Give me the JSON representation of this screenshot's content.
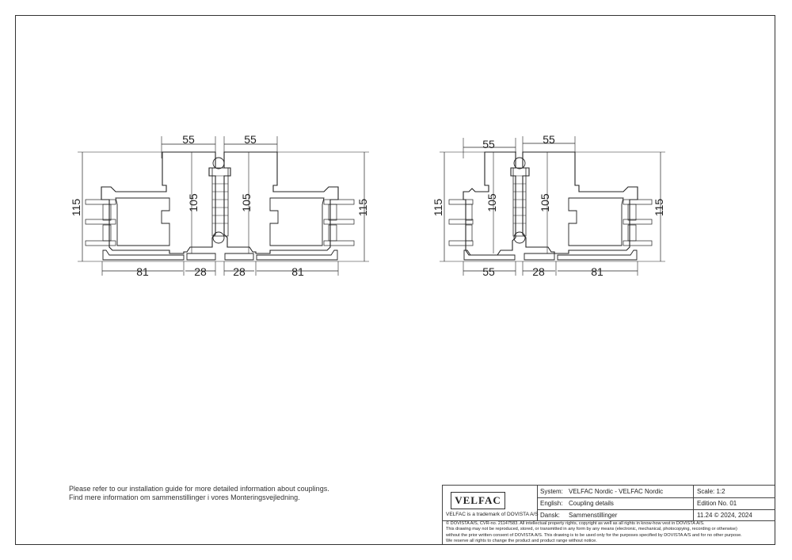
{
  "notes": {
    "line1": "Please refer to our installation guide for more detailed information about couplings.",
    "line2": "Find mere information om sammenstillinger i vores Monteringsvejledning."
  },
  "left_detail": {
    "top_left": "55",
    "top_right": "55",
    "height_left": "115",
    "height_right": "115",
    "inner_left": "105",
    "inner_right": "105",
    "bottom_a": "81",
    "bottom_b": "28",
    "bottom_c": "28",
    "bottom_d": "81"
  },
  "right_detail": {
    "top_left": "55",
    "top_right": "55",
    "height_left": "115",
    "height_right": "115",
    "inner_left": "105",
    "inner_right": "105",
    "bottom_a": "55",
    "bottom_b": "28",
    "bottom_c": "81"
  },
  "title_block": {
    "logo": "VELFAC",
    "trademark": "VELFAC is a trademark of DOVISTA A/S",
    "system_label": "System:",
    "system_value": "VELFAC Nordic - VELFAC Nordic",
    "english_label": "English:",
    "english_value": "Coupling details",
    "dansk_label": "Dansk:",
    "dansk_value": "Sammenstillinger",
    "scale": "Scale: 1:2",
    "edition": "Edition No. 01",
    "date": "11.24 © 2024, 2024",
    "legal": [
      "© DOVISTA A/S, CVR-no. 21147583. All intellectual property rights, copyright as well as all rights in know-how vest in DOVISTA A/S.",
      "This drawing may not be reproduced, stored, or transmitted in any form by any means (electronic, mechanical, photocopying, recording or otherwise)",
      "without the prior written consent of DOVISTA A/S. This drawing is to be used only for the purposes specified by DOVISTA A/S and for no other purpose.",
      "We reserve all rights to change the product and product range without notice."
    ]
  }
}
